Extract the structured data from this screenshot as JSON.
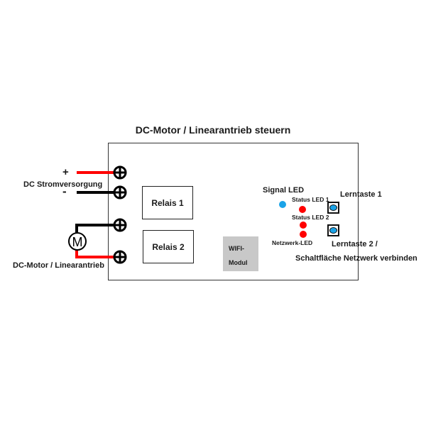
{
  "title": "DC-Motor / Linearantrieb steuern",
  "power": {
    "label": "DC Stromversorgung",
    "plus_symbol": "+",
    "minus_symbol": "-"
  },
  "motor": {
    "label": "DC-Motor / Linearantrieb",
    "symbol": "M"
  },
  "relays": [
    {
      "label": "Relais 1"
    },
    {
      "label": "Relais 2"
    }
  ],
  "wifi_module": {
    "line1": "WIFI-",
    "line2": "Modul"
  },
  "leds": {
    "signal_label": "Signal LED",
    "status1_label": "Status LED 1",
    "status2_label": "Status LED 2",
    "network_label": "Netzwerk-LED"
  },
  "buttons": {
    "learn1_label": "Lerntaste 1",
    "learn2_label": "Lerntaste 2 /",
    "learn2_sub_label": "Schaltfläche Netzwerk verbinden"
  },
  "colors": {
    "positive_wire": "#ff0000",
    "negative_wire": "#000000",
    "signal_led": "#1aa3e8",
    "status_led": "#ff0000",
    "wifi_module": "#c8c8c8"
  }
}
